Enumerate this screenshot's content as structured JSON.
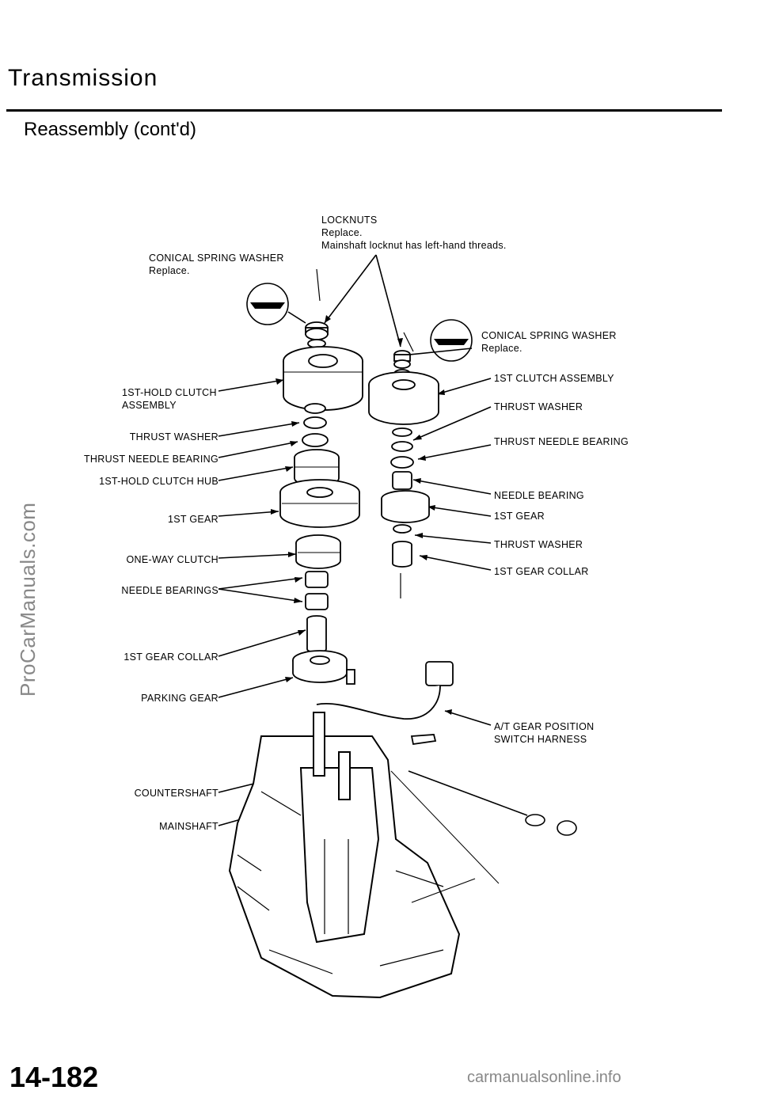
{
  "header": {
    "title": "Transmission",
    "subtitle": "Reassembly (cont'd)"
  },
  "labels": {
    "locknuts": {
      "l1": "LOCKNUTS",
      "l2": "Replace.",
      "l3": "Mainshaft  locknut  has  left-hand  threads."
    },
    "conical_left": {
      "l1": "CONICAL  SPRING  WASHER",
      "l2": "Replace."
    },
    "conical_right": {
      "l1": "CONICAL  SPRING  WASHER",
      "l2": "Replace."
    },
    "hold_clutch_assembly": {
      "l1": "1ST-HOLD  CLUTCH",
      "l2": "ASSEMBLY"
    },
    "thrust_washer_left": "THRUST  WASHER",
    "thrust_needle_bearing_left": "THRUST  NEEDLE  BEARING",
    "hold_clutch_hub": "1ST-HOLD  CLUTCH  HUB",
    "first_gear_left": "1ST GEAR",
    "one_way_clutch": "ONE-WAY  CLUTCH",
    "needle_bearings": "NEEDLE  BEARINGS",
    "first_gear_collar_left": "1ST GEAR COLLAR",
    "parking_gear": "PARKING GEAR",
    "countershaft": "COUNTERSHAFT",
    "mainshaft": "MAINSHAFT",
    "first_clutch_assembly": "1ST  CLUTCH  ASSEMBLY",
    "thrust_washer_right1": "THRUST  WASHER",
    "thrust_needle_bearing_right": "THRUST  NEEDLE  BEARING",
    "needle_bearing_right": "NEEDLE  BEARING",
    "first_gear_right": "1ST GEAR",
    "thrust_washer_right2": "THRUST WASHER",
    "first_gear_collar_right": "1ST GEAR COLLAR",
    "harness": {
      "l1": "A/T  GEAR  POSITION",
      "l2": "SWITCH  HARNESS"
    }
  },
  "side_watermark": "ProCarManuals.com",
  "page_number": "14-182",
  "footer_watermark": "carmanualsonline.info"
}
